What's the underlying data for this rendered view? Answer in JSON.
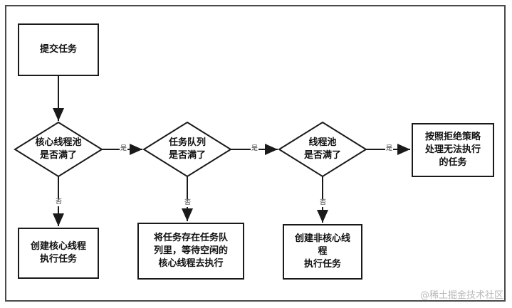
{
  "nodes": {
    "submit_task": "提交任务",
    "core_pool_full": "核心线程池\n是否满了",
    "queue_full": "任务队列\n是否满了",
    "pool_full": "线程池\n是否满了",
    "reject_policy": "按照拒绝策略\n处理无法执行\n的任务",
    "create_core_thread": "创建核心线程\n执行任务",
    "enqueue_task": "将任务存在任务队\n列里，等待空闲的\n核心线程去执行",
    "create_non_core_thread": "创建非核心线\n程\n执行任务"
  },
  "edge_labels": {
    "yes": "是",
    "no": "否"
  },
  "watermark": "@稀土掘金技术社区",
  "colors": {
    "stroke": "#1a1a1a",
    "frame": "#4a4a4a",
    "watermark": "#b9b9b9"
  }
}
